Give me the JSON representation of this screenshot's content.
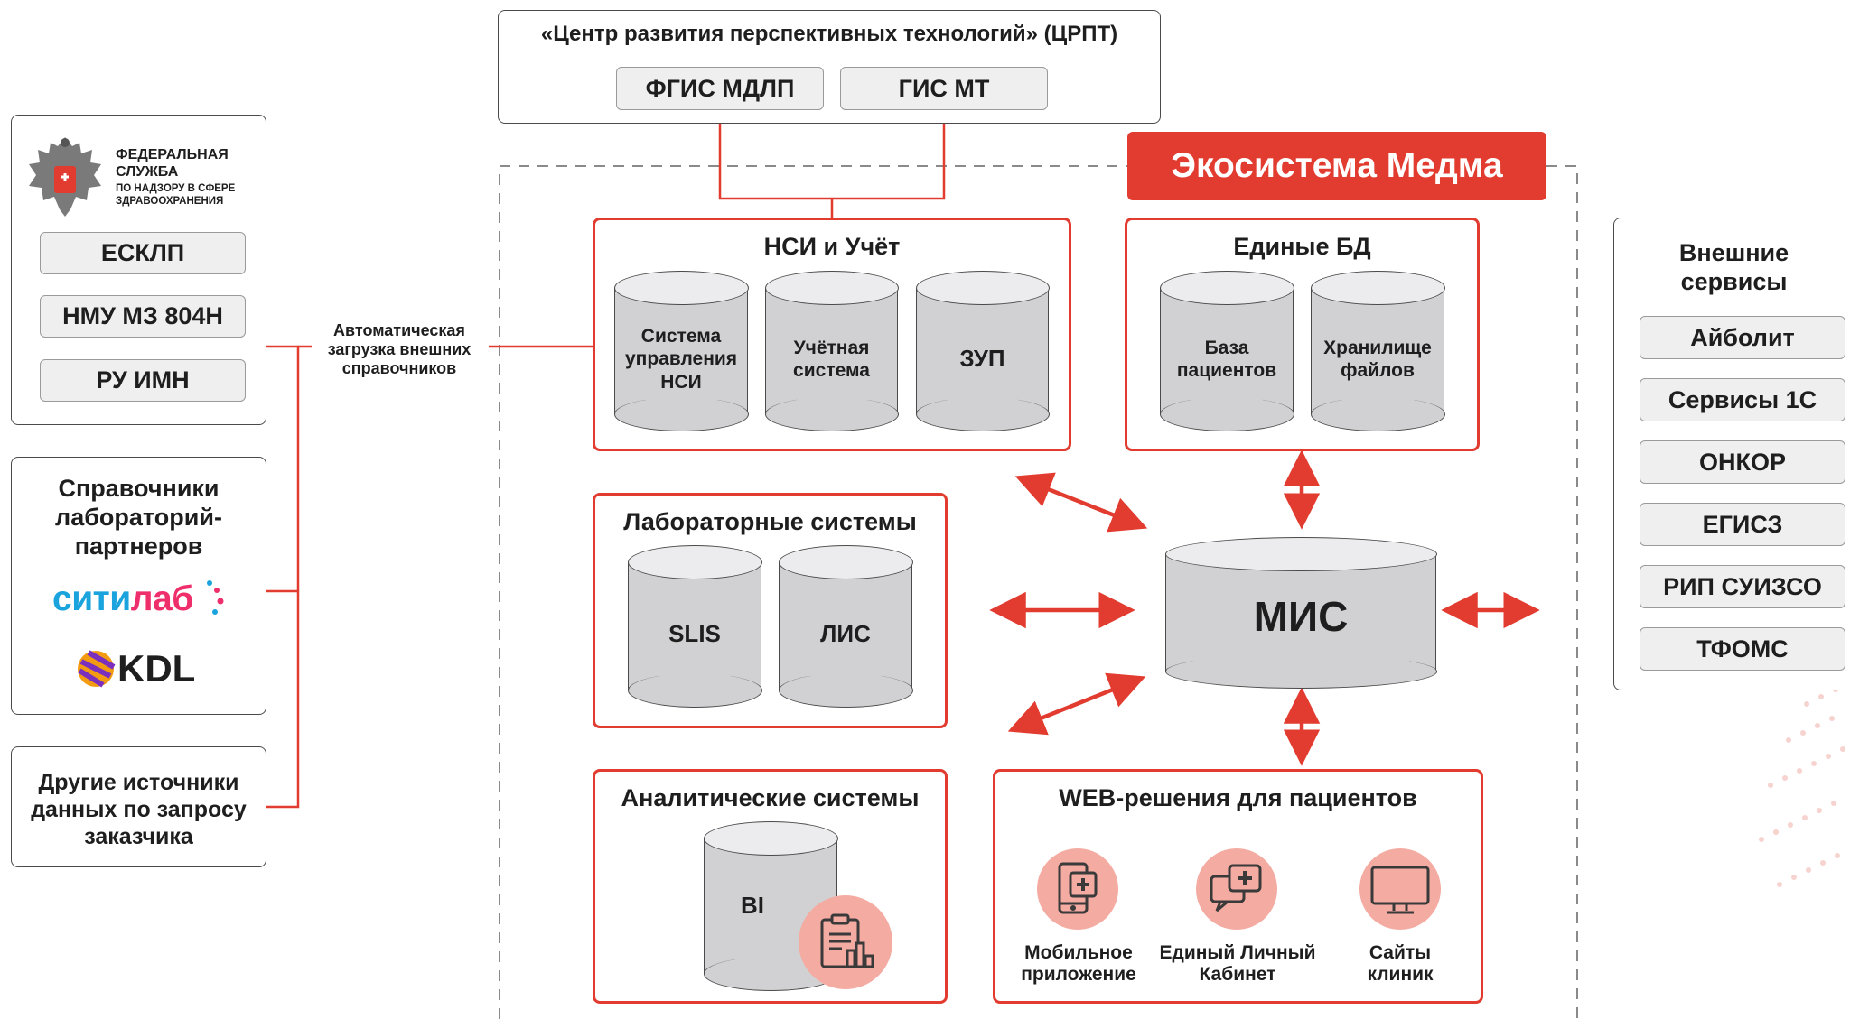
{
  "colors": {
    "accent": "#e23b2f",
    "accent_light": "#f4aba1",
    "cylinder": "#d1d1d3",
    "border": "#4a4a4a"
  },
  "top_center": {
    "title": "«Центр развития перспективных технологий» (ЦРПТ)",
    "pills": [
      "ФГИС МДЛП",
      "ГИС МТ"
    ]
  },
  "ecosystem_badge": "Экосистема Медма",
  "left": {
    "roszdrav": {
      "org_line1": "ФЕДЕРАЛЬНАЯ",
      "org_line2": "СЛУЖБА",
      "org_line3": "ПО НАДЗОРУ В СФЕРЕ",
      "org_line4": "ЗДРАВООХРАНЕНИЯ",
      "emblem_icon": "state-emblem-icon",
      "pills": [
        "ЕСКЛП",
        "НМУ МЗ 804Н",
        "РУ ИМН"
      ]
    },
    "labs": {
      "title": "Справочники лабораторий-партнеров",
      "citilab_part1": "сити",
      "citilab_part2": "лаб",
      "kdl": "KDL"
    },
    "other": {
      "title": "Другие источники данных по запросу заказчика"
    },
    "connector_label": "Автоматическая загрузка внешних справочников"
  },
  "nsi": {
    "title": "НСИ и Учёт",
    "cylinders": [
      "Система управления НСИ",
      "Учётная система",
      "ЗУП"
    ]
  },
  "db": {
    "title": "Единые БД",
    "cylinders": [
      "База пациентов",
      "Хранилище файлов"
    ]
  },
  "labsys": {
    "title": "Лабораторные системы",
    "cylinders": [
      "SLIS",
      "ЛИС"
    ]
  },
  "mis": {
    "label": "МИС"
  },
  "analytics": {
    "title": "Аналитические системы",
    "cylinder": "BI",
    "icon": "clipboard-chart-icon"
  },
  "web": {
    "title": "WEB-решения для пациентов",
    "items": [
      {
        "label": "Мобильное приложение",
        "icon": "mobile-medical-icon"
      },
      {
        "label": "Единый Личный Кабинет",
        "icon": "chat-medical-icon"
      },
      {
        "label": "Сайты клиник",
        "icon": "monitor-icon"
      }
    ]
  },
  "right": {
    "title": "Внешние сервисы",
    "pills": [
      "Айболит",
      "Сервисы 1С",
      "ОНКОР",
      "ЕГИСЗ",
      "РИП СУИЗСО",
      "ТФОМС"
    ]
  }
}
